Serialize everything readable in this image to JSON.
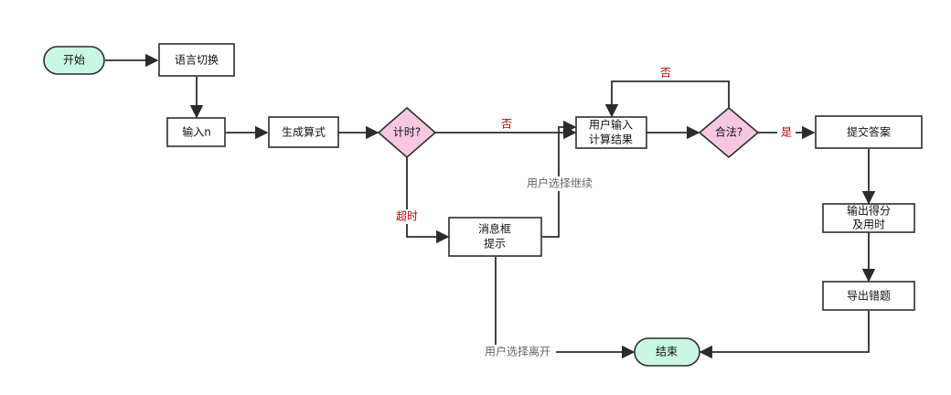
{
  "nodes": {
    "start": "开始",
    "lang_switch": "语言切换",
    "input_n": "输入n",
    "gen_formula": "生成算式",
    "timeout_check": "计时?",
    "user_input_l1": "用户输入",
    "user_input_l2": "计算结果",
    "valid_check": "合法?",
    "submit": "提交答案",
    "msgbox_l1": "消息框",
    "msgbox_l2": "提示",
    "score_l1": "输出得分",
    "score_l2": "及用时",
    "export": "导出错题",
    "end": "结束"
  },
  "edge_labels": {
    "no_timeout": "否",
    "not_valid": "否",
    "valid_yes": "是",
    "timeout": "超时",
    "continue": "用户选择继续",
    "leave": "用户选择离开"
  },
  "colors": {
    "terminal_fill": "#c9f7e3",
    "decision_fill": "#f7c6e0",
    "label_red": "#c00000",
    "label_gray": "#666666"
  }
}
